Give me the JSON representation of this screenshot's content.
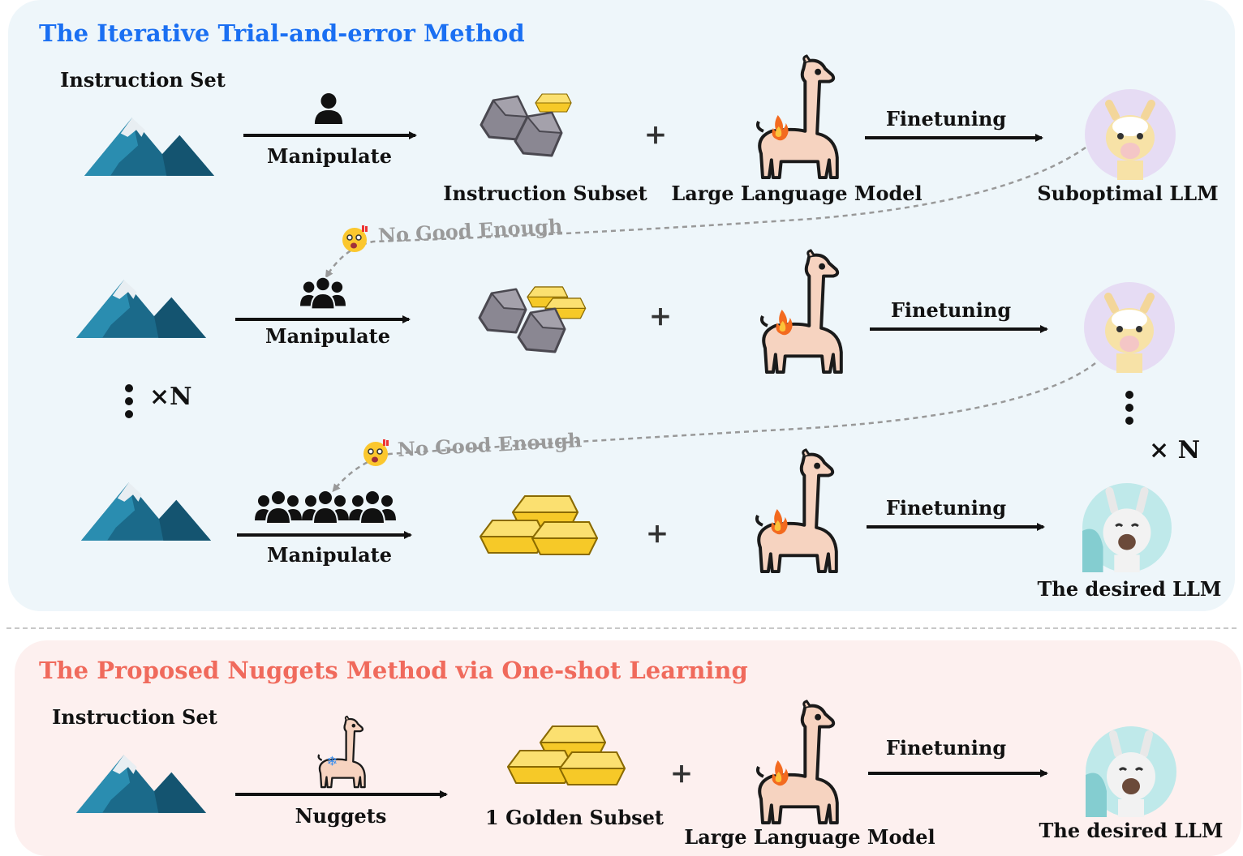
{
  "top": {
    "title": "The Iterative Trial-and-error Method",
    "title_color": "#1a6ff2",
    "instruction_set": "Instruction Set",
    "manipulate": "Manipulate",
    "instruction_subset": "Instruction Subset",
    "large_language_model": "Large Language Model",
    "finetuning": "Finetuning",
    "suboptimal_llm": "Suboptimal LLM",
    "no_good_enough": "No Good Enough",
    "times_n": "×N",
    "times_n_right": "× N",
    "desired_llm": "The desired LLM"
  },
  "bottom": {
    "title": "The Proposed Nuggets Method via One-shot Learning",
    "title_color": "#f06a5c",
    "instruction_set": "Instruction Set",
    "nuggets": "Nuggets",
    "golden_subset": "1 Golden Subset",
    "large_language_model": "Large Language Model",
    "finetuning": "Finetuning",
    "desired_llm": "The desired LLM"
  },
  "colors": {
    "panel_top": "#eef6fa",
    "panel_bottom": "#fdf0ef",
    "mountain": "#1d6f8f",
    "rock": "#7d7b85",
    "gold": "#f4c21d",
    "llama": "#f6d3c0"
  },
  "plus": "+"
}
